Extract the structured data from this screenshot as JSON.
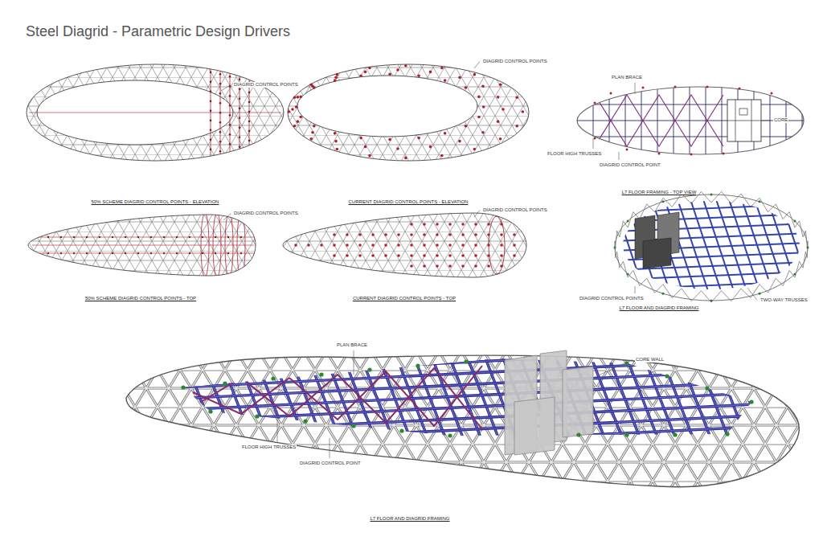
{
  "diagram": {
    "title": "Steel Diagrid - Parametric Design Drivers",
    "labels": [
      "DIAGRID CONTROL POINTS",
      "50% SCHEME DIAGRID CONTROL POINTS - ELEVATION",
      "DIAGRID CONTROL POINTS",
      "CURRENT DIAGRID CONTROL POINTS - ELEVATION",
      "PLAN BRACE",
      "CORE",
      "FLOOR HIGH TRUSSES",
      "DIAGRID CONTROL POINT",
      "L7 FLOOR FRAMING - TOP VIEW",
      "DIAGRID CONTROL POINTS",
      "50% SCHEME DIAGRID CONTROL POINTS - TOP",
      "DIAGRID CONTROL POINTS",
      "CURRENT DIAGRID CONTROL POINTS - TOP",
      "DIAGRID CONTROL POINTS",
      "TWO-WAY TRUSSES",
      "L7 FLOOR AND DIAGRID FRAMING",
      "PLAN BRACE",
      "CORE WALL",
      "FLOOR HIGH TRUSSES",
      "DIAGRID CONTROL POINT",
      "L7 FLOOR AND DIAGRID FRAMING"
    ]
  }
}
